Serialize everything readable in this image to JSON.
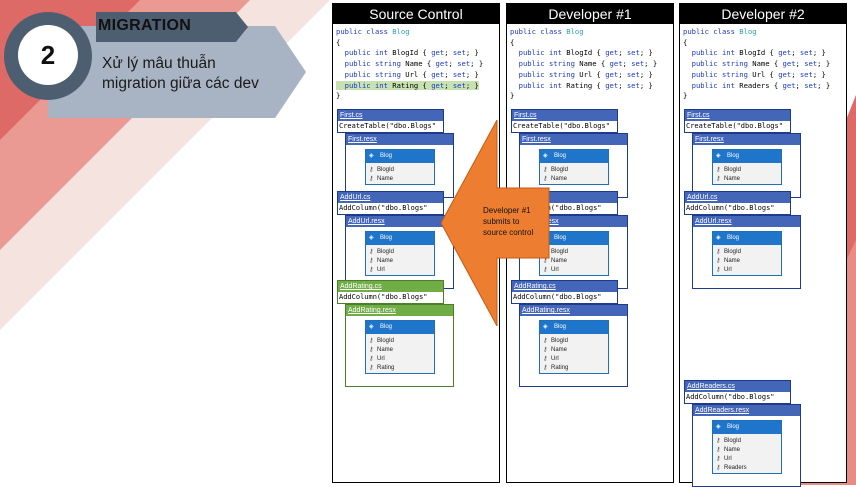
{
  "header": {
    "number": "2",
    "title": "MIGRATION",
    "subtitle_line1": "Xử lý mâu thuẫn",
    "subtitle_line2": "migration giữa các dev"
  },
  "columns": [
    {
      "title": "Source Control",
      "code": [
        "public class Blog",
        "{",
        "  public int BlogId { get; set; }",
        "  public string Name { get; set; }",
        "  public string Url { get; set; }",
        "  public int Rating { get; set; }",
        "}"
      ],
      "migrations": [
        {
          "cs": "First.cs",
          "code": "CreateTable(\"dbo.Blogs\"",
          "resx": "First.resx",
          "entity": "Blog",
          "props": [
            "BlogId",
            "Name"
          ]
        },
        {
          "cs": "AddUrl.cs",
          "code": "AddColumn(\"dbo.Blogs\"",
          "resx": "AddUrl.resx",
          "entity": "Blog",
          "props": [
            "BlogId",
            "Name",
            "Url"
          ]
        },
        {
          "cs": "AddRating.cs",
          "code": "AddColumn(\"dbo.Blogs\"",
          "resx": "AddRating.resx",
          "entity": "Blog",
          "props": [
            "BlogId",
            "Name",
            "Url",
            "Rating"
          ]
        }
      ]
    },
    {
      "title": "Developer #1",
      "code": [
        "public class Blog",
        "{",
        "  public int BlogId { get; set; }",
        "  public string Name { get; set; }",
        "  public string Url { get; set; }",
        "  public int Rating { get; set; }",
        "}"
      ],
      "migrations": [
        {
          "cs": "First.cs",
          "code": "CreateTable(\"dbo.Blogs\"",
          "resx": "First.resx",
          "entity": "Blog",
          "props": [
            "BlogId",
            "Name"
          ]
        },
        {
          "cs": "AddUrl.cs",
          "code": "AddColumn(\"dbo.Blogs\"",
          "resx": "AddUrl.resx",
          "entity": "Blog",
          "props": [
            "BlogId",
            "Name",
            "Url"
          ]
        },
        {
          "cs": "AddRating.cs",
          "code": "AddColumn(\"dbo.Blogs\"",
          "resx": "AddRating.resx",
          "entity": "Blog",
          "props": [
            "BlogId",
            "Name",
            "Url",
            "Rating"
          ]
        }
      ]
    },
    {
      "title": "Developer #2",
      "code": [
        "public class Blog",
        "{",
        "  public int BlogId { get; set; }",
        "  public string Name { get; set; }",
        "  public string Url { get; set; }",
        "  public int Readers { get; set; }",
        "}"
      ],
      "migrations": [
        {
          "cs": "First.cs",
          "code": "CreateTable(\"dbo.Blogs\"",
          "resx": "First.resx",
          "entity": "Blog",
          "props": [
            "BlogId",
            "Name"
          ]
        },
        {
          "cs": "AddUrl.cs",
          "code": "AddColumn(\"dbo.Blogs\"",
          "resx": "AddUrl.resx",
          "entity": "Blog",
          "props": [
            "BlogId",
            "Name",
            "Url"
          ]
        },
        {
          "cs": "AddReaders.cs",
          "code": "AddColumn(\"dbo.Blogs\"",
          "resx": "AddReaders.resx",
          "entity": "Blog",
          "props": [
            "BlogId",
            "Name",
            "Url",
            "Readers"
          ]
        }
      ]
    }
  ],
  "callout": {
    "line1": "Developer #1",
    "line2": "submits to",
    "line3": "source control"
  },
  "colors": {
    "accent": "#4d5e71",
    "badge": "#a8b4c3",
    "red": "#d9534f",
    "orange": "#ed7d31",
    "blue": "#4466b8",
    "green": "#70ad47"
  }
}
